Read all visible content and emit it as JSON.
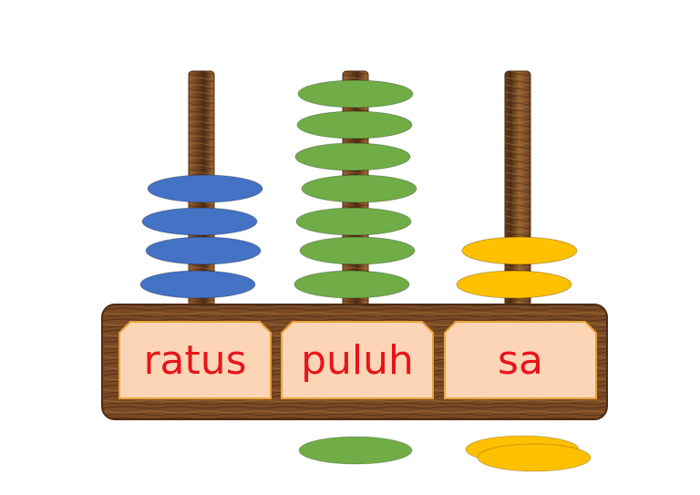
{
  "abacus": {
    "columns": [
      {
        "key": "ratus",
        "label": "ratus",
        "bead_count": 4,
        "bead_color": "#4472C4"
      },
      {
        "key": "puluh",
        "label": "puluh",
        "bead_count": 7,
        "bead_color": "#70AD47"
      },
      {
        "key": "sa",
        "label": "sa",
        "bead_count": 2,
        "bead_color": "#FFC000"
      }
    ],
    "loose_beads": [
      {
        "column": "puluh",
        "count": 1,
        "color": "#70AD47"
      },
      {
        "column": "sa",
        "count": 2,
        "color": "#FFC000"
      }
    ],
    "colors": {
      "wood": "#7A4A25",
      "wood_dark": "#4E2C12",
      "panel_fill": "#FBD5B5",
      "panel_border": "#E8A33B",
      "label_text": "#E8141C"
    }
  }
}
